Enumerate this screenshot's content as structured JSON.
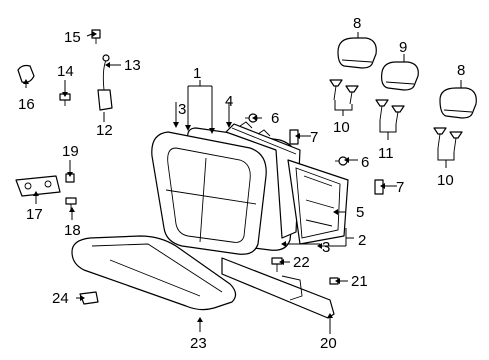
{
  "callouts": {
    "c1": "1",
    "c2": "2",
    "c3a": "3",
    "c3b": "3",
    "c4": "4",
    "c5": "5",
    "c6a": "6",
    "c6b": "6",
    "c7a": "7",
    "c7b": "7",
    "c8a": "8",
    "c8b": "8",
    "c9": "9",
    "c10a": "10",
    "c10b": "10",
    "c11": "11",
    "c12": "12",
    "c13": "13",
    "c14": "14",
    "c15": "15",
    "c16": "16",
    "c17": "17",
    "c18": "18",
    "c19": "19",
    "c20": "20",
    "c21": "21",
    "c22": "22",
    "c23": "23",
    "c24": "24"
  }
}
